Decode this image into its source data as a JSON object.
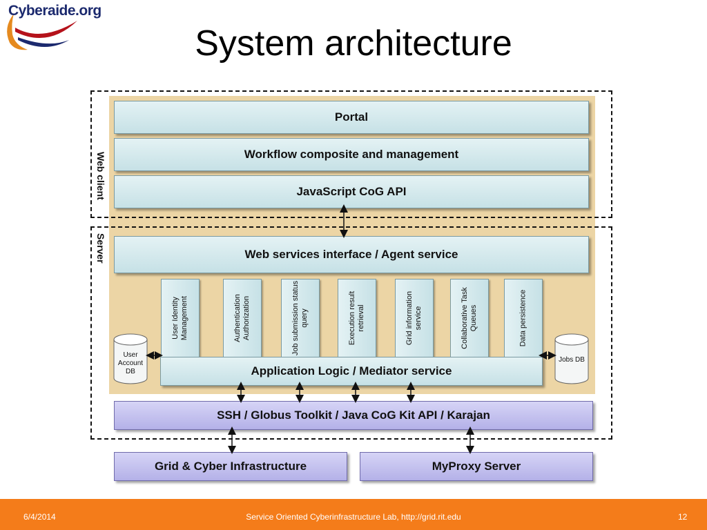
{
  "logo": {
    "text": "Cyberaide.org"
  },
  "title": "System architecture",
  "diagram": {
    "web_client_label": "Web client",
    "server_label": "Server",
    "portal": "Portal",
    "workflow": "Workflow composite and management",
    "js_api": "JavaScript CoG API",
    "web_services": "Web services interface / Agent service",
    "services": [
      "User Identity Management",
      "Authentication Authorization",
      "Job submission status query",
      "Execution result retrieval",
      "Grid information service",
      "Collaborative Task Queues",
      "Data persistence"
    ],
    "app_logic": "Application Logic / Mediator service",
    "user_db": "User Account DB",
    "jobs_db": "Jobs DB",
    "ssh": "SSH / Globus Toolkit / Java CoG Kit API / Karajan",
    "grid": "Grid & Cyber Infrastructure",
    "myproxy": "MyProxy Server"
  },
  "footer": {
    "date": "6/4/2014",
    "center": "Service Oriented Cyberinfrastructure Lab, http://grid.rit.edu",
    "page": "12"
  },
  "colors": {
    "footer": "#f47c1a",
    "tan": "#ecd5a5",
    "teal_box": "#d6ebee",
    "purple_box": "#c3c0ef"
  }
}
